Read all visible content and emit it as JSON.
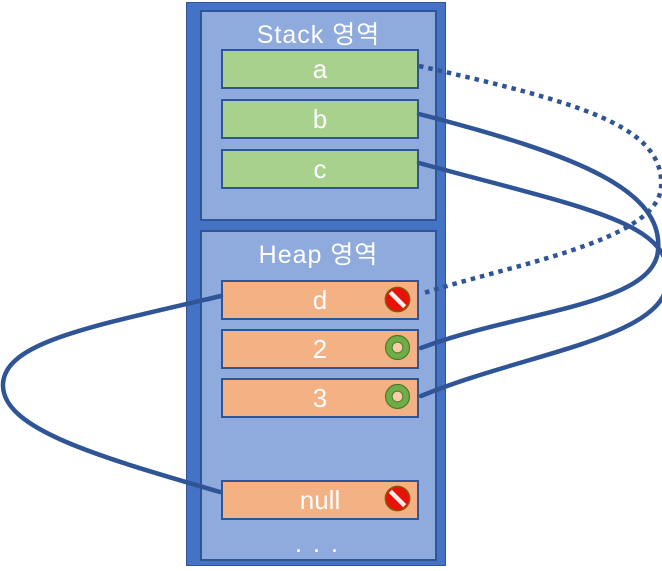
{
  "diagram": {
    "stack": {
      "title": "Stack 영역",
      "cells": [
        {
          "label": "a"
        },
        {
          "label": "b"
        },
        {
          "label": "c"
        }
      ]
    },
    "heap": {
      "title": "Heap 영역",
      "cells": [
        {
          "label": "d",
          "icon": "no-entry"
        },
        {
          "label": "2",
          "icon": "alive"
        },
        {
          "label": "3",
          "icon": "alive"
        },
        {
          "label": "null",
          "icon": "no-entry"
        }
      ],
      "ellipsis": ". . ."
    },
    "connections": [
      {
        "from": "stack.a",
        "to": "heap.d",
        "style": "dotted",
        "side": "right"
      },
      {
        "from": "stack.b",
        "to": "heap.2",
        "style": "solid",
        "side": "right"
      },
      {
        "from": "stack.c",
        "to": "heap.3",
        "style": "solid",
        "side": "right"
      },
      {
        "from": "heap.d",
        "to": "heap.null",
        "style": "solid",
        "side": "left"
      }
    ],
    "colors": {
      "frame": "#4472C4",
      "panel": "#8FAADC",
      "outline": "#2F5597",
      "stack_cell_fill": "#A9D18E",
      "heap_cell_fill": "#F4B183",
      "connector": "#2F5597",
      "no_entry_red": "#E8120B",
      "alive_green": "#6FAE46",
      "text": "#FFFFFF"
    }
  }
}
